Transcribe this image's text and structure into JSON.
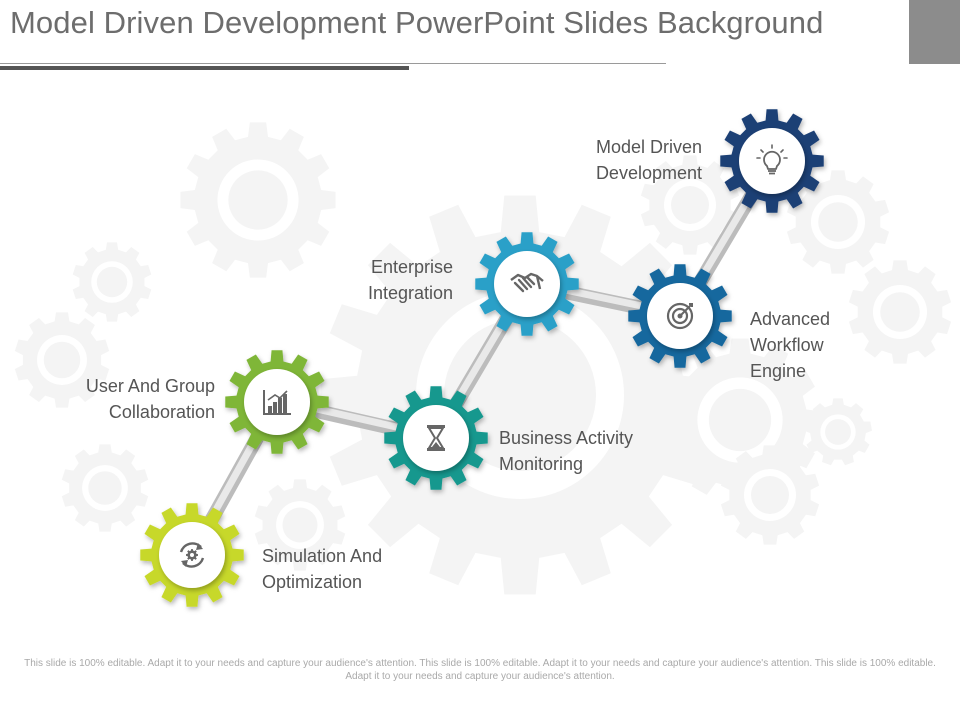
{
  "title": "Model Driven Development PowerPoint Slides Background",
  "nodes": [
    {
      "label": "Simulation And Optimization",
      "icon": "cycle-gear-icon",
      "color": "#c7d82b"
    },
    {
      "label": "User And Group Collaboration",
      "icon": "bar-chart-icon",
      "color": "#7fb638"
    },
    {
      "label": "Business Activity Monitoring",
      "icon": "hourglass-icon",
      "color": "#17988e"
    },
    {
      "label": "Enterprise Integration",
      "icon": "handshake-icon",
      "color": "#2aa0c8"
    },
    {
      "label": "Advanced Workflow Engine",
      "icon": "target-icon",
      "color": "#17689e"
    },
    {
      "label": "Model Driven Development",
      "icon": "lightbulb-icon",
      "color": "#1d3f75"
    }
  ],
  "footer": "This slide is 100% editable. Adapt it to your needs and capture your audience's attention. This slide is 100% editable. Adapt it to your needs and capture your audience's attention. This slide is 100% editable. Adapt it to your needs and capture your audience's attention."
}
